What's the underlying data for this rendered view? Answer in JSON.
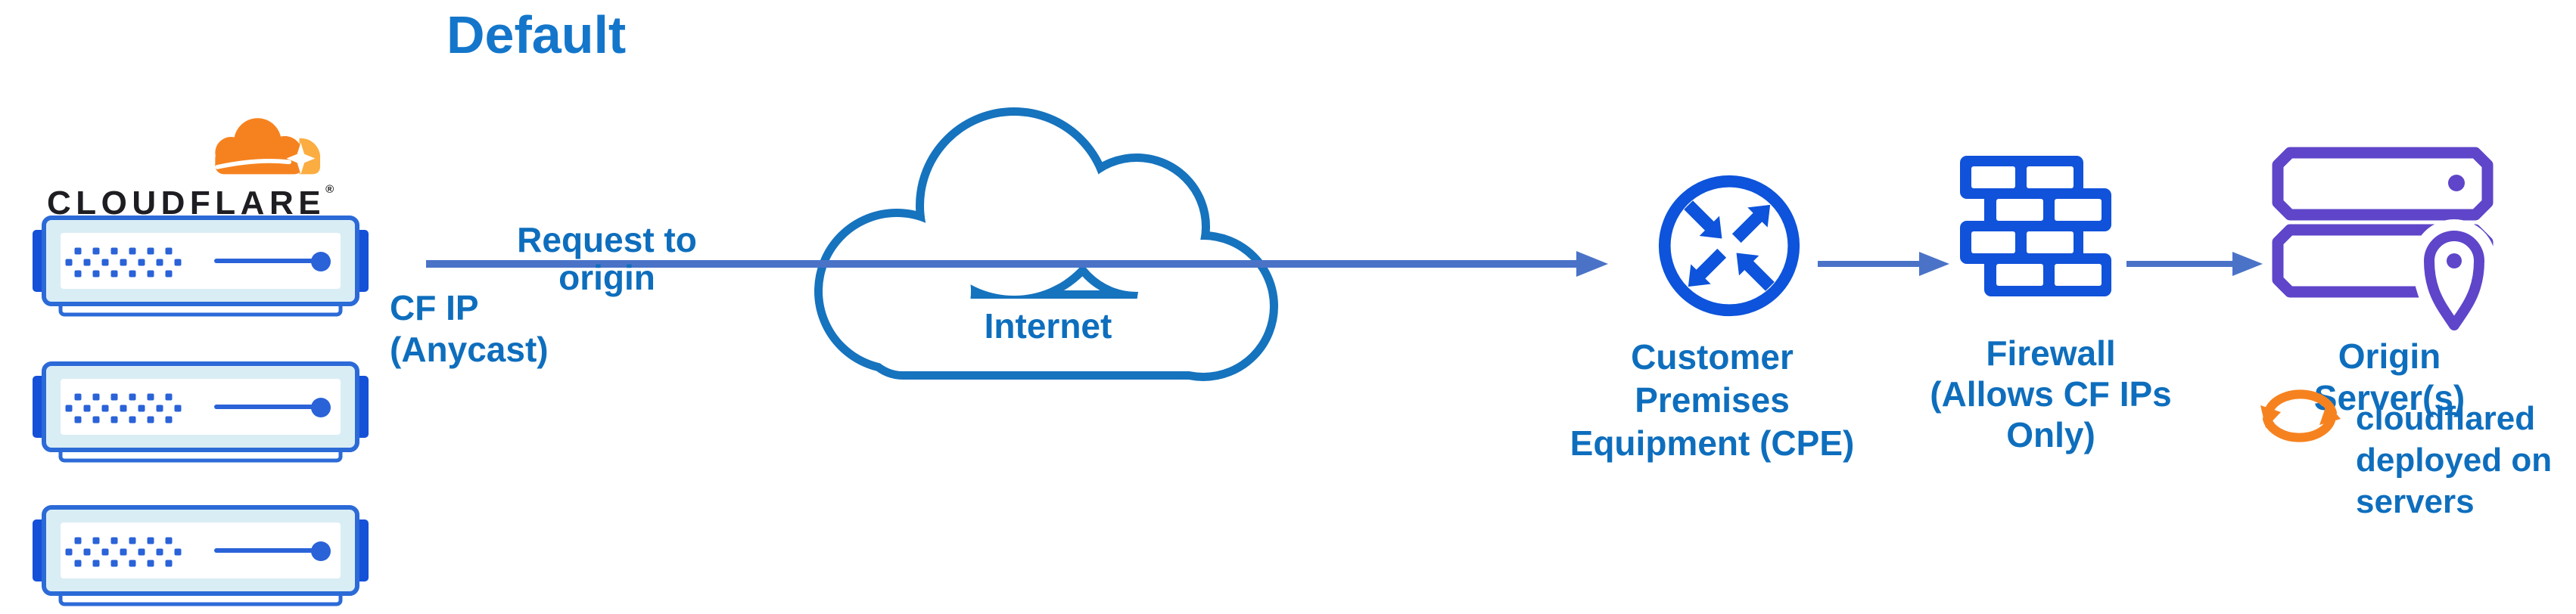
{
  "title": "Default",
  "logo": {
    "wordmark": "CLOUDFLARE",
    "registered": "®"
  },
  "labels": {
    "request": "Request to origin",
    "cf_ip": [
      "CF IP",
      "(Anycast)"
    ],
    "internet": "Internet",
    "cpe": [
      "Customer Premises",
      "Equipment (CPE)"
    ],
    "firewall": [
      "Firewall",
      "(Allows CF IPs Only)"
    ],
    "origin": "Origin Server(s)",
    "cloudflared": [
      "cloudflared",
      "deployed on",
      "servers"
    ]
  },
  "icons": {
    "cloudflare_logo": "cloudflare-cloud-logo",
    "edge_server": "edge-server-icon",
    "internet_cloud": "internet-cloud-icon",
    "cpe_router": "router-arrows-icon",
    "firewall": "brick-wall-icon",
    "origin_servers": "origin-servers-with-location-pin-icon",
    "cloudflared_sync": "sync-arrows-icon"
  },
  "colors": {
    "title_blue": "#1376cb",
    "label_blue": "#0e6ebd",
    "arrow_blue": "#4a73c8",
    "icon_blue": "#1152da",
    "cloud_stroke": "#1673be",
    "server_fill": "#d9edf4",
    "server_border": "#2b6ad7",
    "server_tab": "#1450d8",
    "origin_purple": "#5f45c9",
    "cf_orange": "#f6821f",
    "cf_orange_light": "#fbad41",
    "wordmark_dark": "#1d1d22"
  }
}
